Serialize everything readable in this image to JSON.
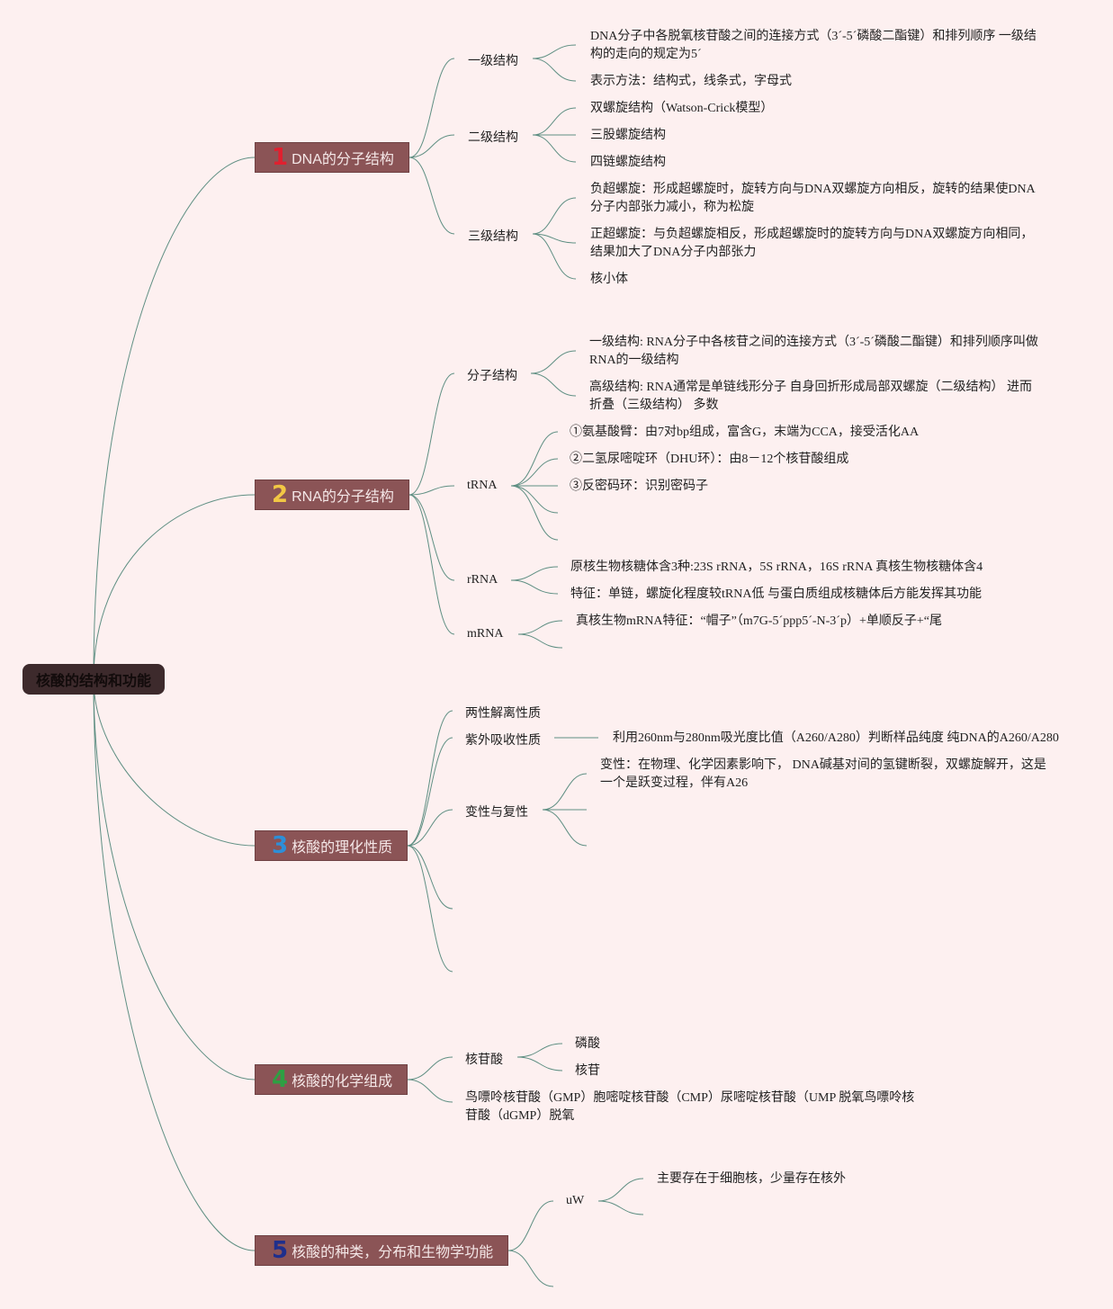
{
  "root": {
    "label": "核酸的结构和功能"
  },
  "topics": [
    {
      "num": "1",
      "num_color": "#e0202f",
      "label": "DNA的分子结构"
    },
    {
      "num": "2",
      "num_color": "#f2c744",
      "label": "RNA的分子结构"
    },
    {
      "num": "3",
      "num_color": "#2d8fd8",
      "label": "核酸的理化性质"
    },
    {
      "num": "4",
      "num_color": "#2ea043",
      "label": "核酸的化学组成"
    },
    {
      "num": "5",
      "num_color": "#1f2f8c",
      "label": "核酸的种类，分布和生物学功能"
    }
  ],
  "dna": {
    "primary": {
      "label": "一级结构",
      "items": [
        "DNA分子中各脱氧核苷酸之间的连接方式（3´-5´磷酸二酯键）和排列顺序 一级结构的走向的规定为5´",
        "表示方法：结构式，线条式，字母式"
      ]
    },
    "secondary": {
      "label": "二级结构",
      "items": [
        "双螺旋结构（Watson-Crick模型）",
        "三股螺旋结构",
        "四链螺旋结构"
      ]
    },
    "tertiary": {
      "label": "三级结构",
      "items": [
        "负超螺旋：形成超螺旋时，旋转方向与DNA双螺旋方向相反，旋转的结果使DNA分子内部张力减小，称为松旋",
        "正超螺旋：与负超螺旋相反，形成超螺旋时的旋转方向与DNA双螺旋方向相同，结果加大了DNA分子内部张力",
        "核小体"
      ]
    }
  },
  "rna": {
    "molecular": {
      "label": "分子结构",
      "items": [
        "一级结构: RNA分子中各核苷之间的连接方式（3´-5´磷酸二酯键）和排列顺序叫做RNA的一级结构",
        "高级结构: RNA通常是单链线形分子 自身回折形成局部双螺旋（二级结构） 进而折叠（三级结构） 多数"
      ]
    },
    "trna": {
      "label": "tRNA",
      "items": [
        "①氨基酸臂：由7对bp组成，富含G，末端为CCA，接受活化AA",
        "②二氢尿嘧啶环（DHU环）：由8－12个核苷酸组成",
        "③反密码环：识别密码子"
      ]
    },
    "rrna": {
      "label": "rRNA",
      "items": [
        "原核生物核糖体含3种:23S rRNA，5S rRNA，16S rRNA 真核生物核糖体含4",
        "特征：单链，螺旋化程度较tRNA低 与蛋白质组成核糖体后方能发挥其功能"
      ]
    },
    "mrna": {
      "label": "mRNA",
      "items": [
        "真核生物mRNA特征：“帽子”（m7G-5´ppp5´-N-3´p）+单顺反子+“尾"
      ]
    }
  },
  "physchem": {
    "amphoteric": {
      "label": "两性解离性质"
    },
    "uv": {
      "label": "紫外吸收性质",
      "items": [
        "利用260nm与280nm吸光度比值（A260/A280）判断样品纯度 纯DNA的A260/A280"
      ]
    },
    "denature": {
      "label": "变性与复性",
      "items": [
        "变性：在物理、化学因素影响下， DNA碱基对间的氢键断裂，双螺旋解开，这是一个是跃变过程，伴有A26"
      ]
    }
  },
  "composition": {
    "nucleotide": {
      "label": "核苷酸",
      "items": [
        "磷酸",
        "核苷"
      ]
    },
    "list": {
      "label": "鸟嘌呤核苷酸（GMP）胞嘧啶核苷酸（CMP）尿嘧啶核苷酸（UMP 脱氧鸟嘌呤核苷酸（dGMP）脱氧"
    }
  },
  "distribution": {
    "uw": {
      "label": "uW",
      "items": [
        "主要存在于细胞核，少量存在核外"
      ]
    }
  }
}
